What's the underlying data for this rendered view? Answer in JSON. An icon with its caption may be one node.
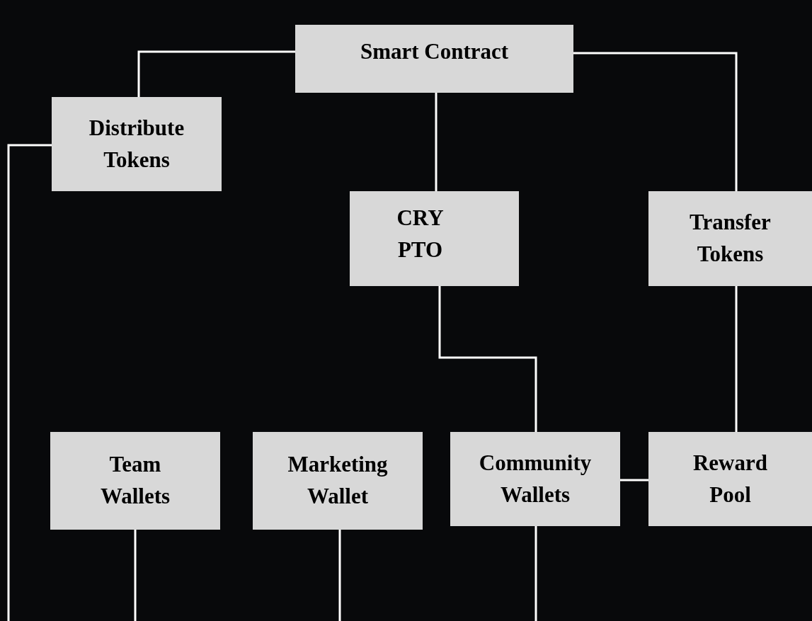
{
  "diagram": {
    "nodes": [
      {
        "text": [
          "Smart Contract"
        ]
      },
      {
        "text": [
          "Distribute Tokens"
        ]
      },
      {
        "text": [
          "CRY PTO"
        ]
      },
      {
        "text": [
          "Transfer Tokens"
        ]
      },
      {
        "text": [
          "Team Wallets"
        ]
      },
      {
        "text": [
          "Marketing Wallet"
        ]
      },
      {
        "text": [
          "Community Wallets"
        ]
      },
      {
        "text": [
          "Reward Pool"
        ]
      }
    ],
    "edges": [
      {
        "from": 0,
        "to": 1,
        "arrow": "none"
      },
      {
        "from": 0,
        "to": 2,
        "arrow": "none"
      },
      {
        "from": 0,
        "to": 3,
        "arrow": "none"
      },
      {
        "from": 1,
        "to": null,
        "arrow": "none"
      },
      {
        "from": 2,
        "to": 6,
        "arrow": "none"
      },
      {
        "from": 3,
        "to": 7,
        "arrow": "none"
      },
      {
        "from": 7,
        "to": 6,
        "arrow": "none"
      },
      {
        "from": 4,
        "to": null,
        "arrow": "none"
      },
      {
        "from": 5,
        "to": null,
        "arrow": "none"
      },
      {
        "from": 6,
        "to": null,
        "arrow": "none"
      }
    ]
  }
}
